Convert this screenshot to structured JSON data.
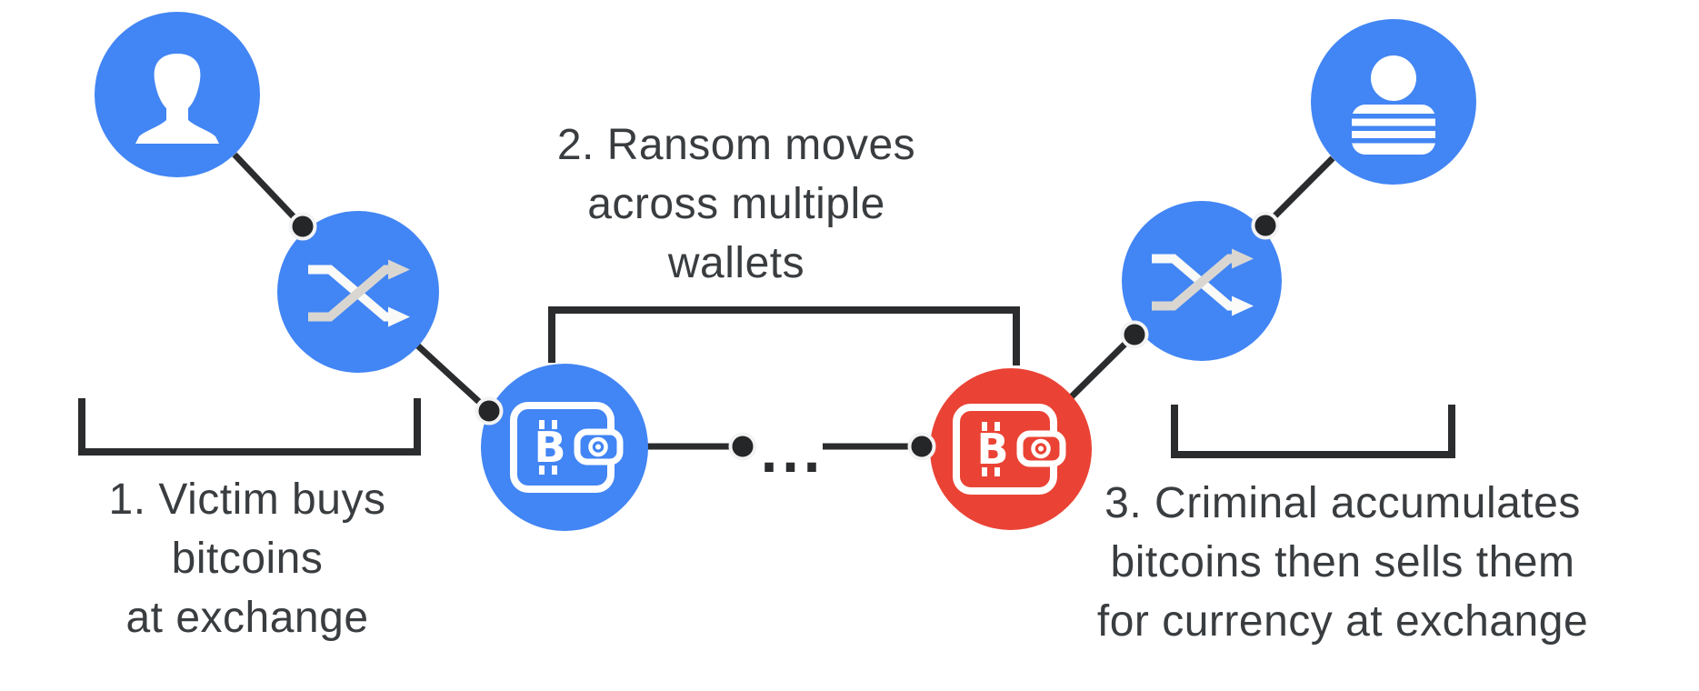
{
  "diagram": {
    "background": "#ffffff",
    "palette": {
      "node_blue": "#4285f4",
      "node_red": "#ea4335",
      "connector_dark": "#2a2c2e",
      "caption_text": "#3a3d40",
      "icon_white": "#ffffff",
      "icon_gray": "#d9d6d2"
    },
    "nodes": [
      {
        "id": "victim",
        "icon": "person-icon",
        "color": "#4285f4"
      },
      {
        "id": "exchange-mixer-left",
        "icon": "shuffle-icon",
        "color": "#4285f4"
      },
      {
        "id": "wallet-first",
        "icon": "bitcoin-wallet-icon",
        "color": "#4285f4"
      },
      {
        "id": "wallet-last",
        "icon": "bitcoin-wallet-icon",
        "color": "#ea4335"
      },
      {
        "id": "exchange-mixer-right",
        "icon": "shuffle-icon",
        "color": "#4285f4"
      },
      {
        "id": "criminal",
        "icon": "criminal-person-icon",
        "color": "#4285f4"
      }
    ],
    "wallet_symbol": "B",
    "ellipsis": "...",
    "captions": {
      "step1": {
        "lines": [
          "1. Victim buys",
          "bitcoins",
          "at exchange"
        ]
      },
      "step2": {
        "lines": [
          "2. Ransom moves",
          "across multiple",
          "wallets"
        ]
      },
      "step3": {
        "lines": [
          "3. Criminal accumulates",
          "bitcoins then sells them",
          "for currency at exchange"
        ]
      }
    }
  }
}
